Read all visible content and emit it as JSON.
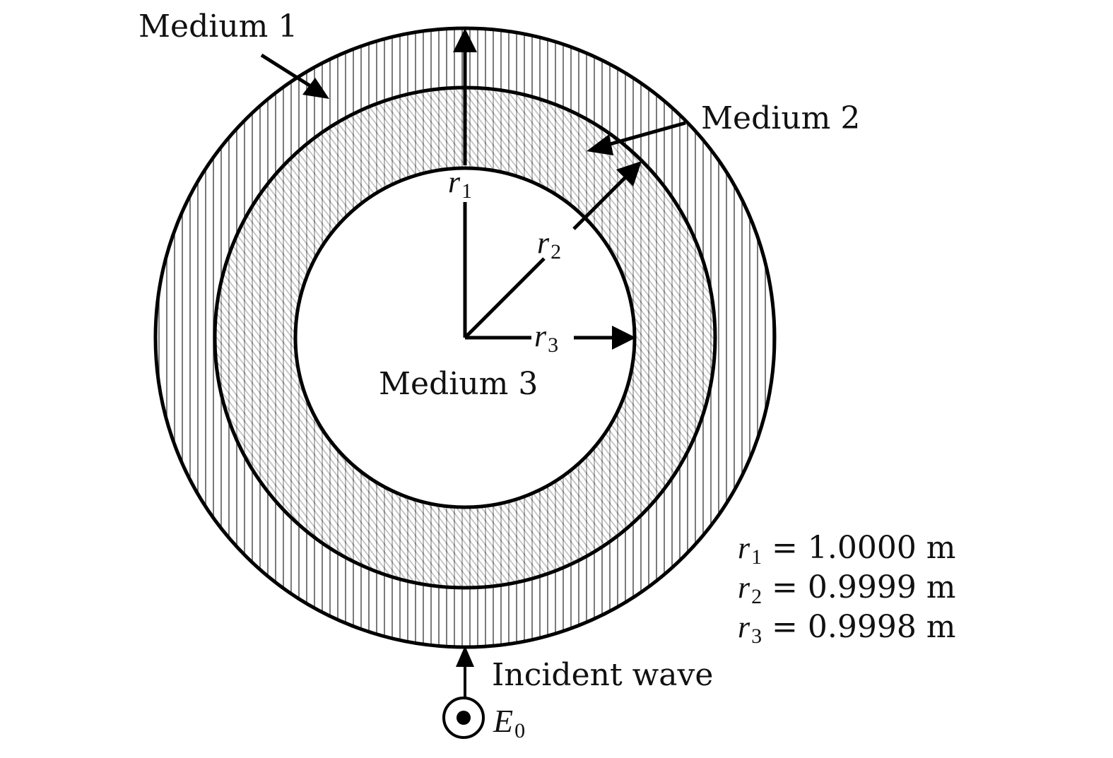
{
  "labels": {
    "medium1": "Medium 1",
    "medium2": "Medium 2",
    "medium3": "Medium 3",
    "incident": "Incident wave"
  },
  "radii": [
    {
      "symbol": "r",
      "sub": "1",
      "value": "= 1.0000 m"
    },
    {
      "symbol": "r",
      "sub": "2",
      "value": "= 0.9999 m"
    },
    {
      "symbol": "r",
      "sub": "3",
      "value": "= 0.9998 m"
    }
  ],
  "field": {
    "symbol": "E",
    "sub": "0"
  },
  "colors": {
    "stroke": "#000000",
    "hatch": "#5a5a5a",
    "background": "#ffffff"
  }
}
